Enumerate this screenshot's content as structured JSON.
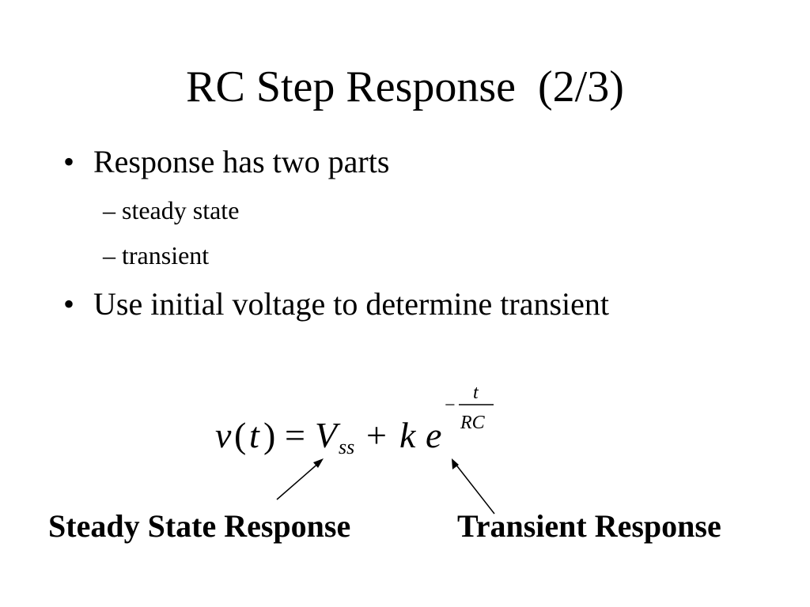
{
  "slide": {
    "title": "RC Step Response  (2/3)",
    "bullets": [
      {
        "marker": "•",
        "text": "Response has two parts",
        "subitems": [
          {
            "marker": "–",
            "text": "steady state"
          },
          {
            "marker": "–",
            "text": "transient"
          }
        ]
      },
      {
        "marker": "•",
        "text": "Use initial voltage to determine transient",
        "subitems": []
      }
    ],
    "equation": {
      "v": "v",
      "open_paren": "(",
      "t": "t",
      "close_paren": ")",
      "equals": "=",
      "V": "V",
      "subscript": "ss",
      "plus": "+",
      "k": "k",
      "e": "e",
      "exp_minus": "−",
      "exp_numerator": "t",
      "exp_denominator": "RC"
    },
    "labels": {
      "steady": "Steady State Response",
      "transient": "Transient Response"
    }
  }
}
